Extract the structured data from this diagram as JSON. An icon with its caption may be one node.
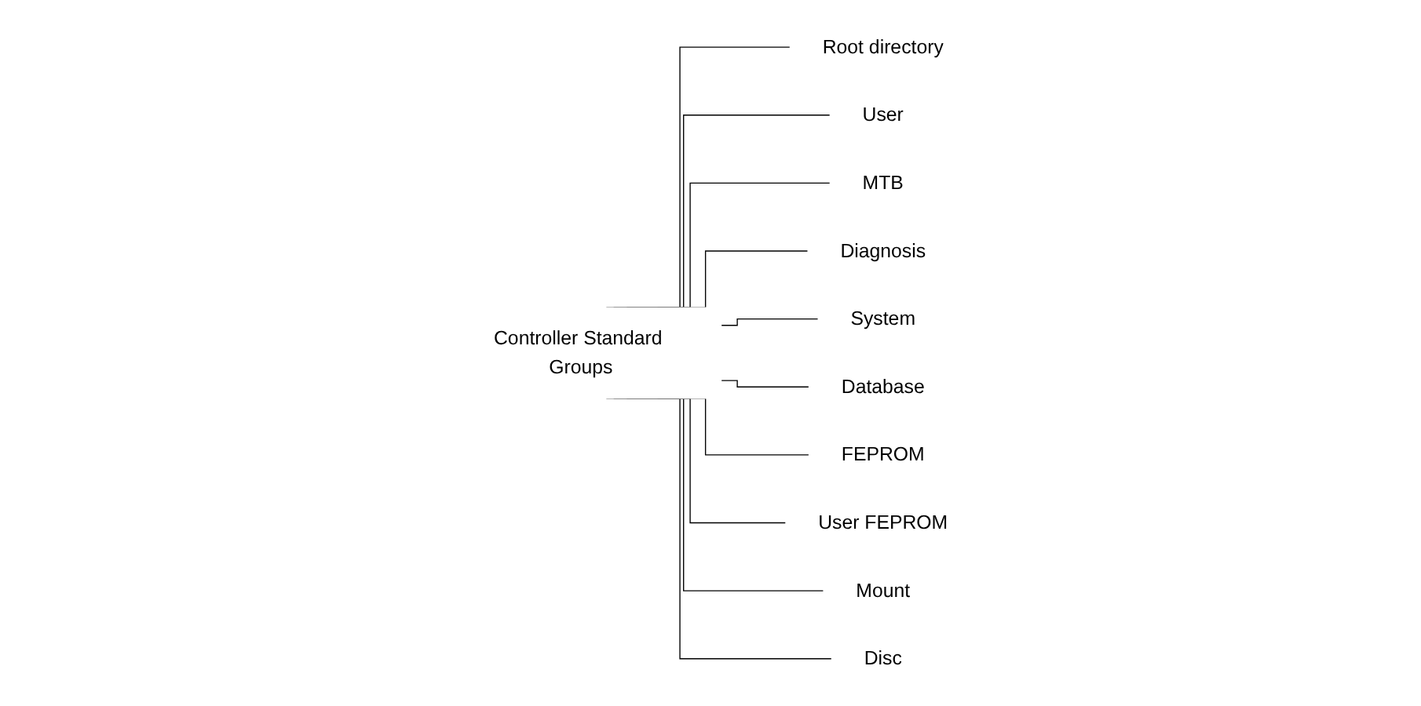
{
  "diagram": {
    "nodes": [
      {
        "text": [
          "Controller Standard Groups"
        ]
      },
      {
        "text": [
          "Root directory"
        ]
      },
      {
        "text": [
          "User"
        ]
      },
      {
        "text": [
          "MTB"
        ]
      },
      {
        "text": [
          "Diagnosis"
        ]
      },
      {
        "text": [
          "System"
        ]
      },
      {
        "text": [
          "Database"
        ]
      },
      {
        "text": [
          "FEPROM"
        ]
      },
      {
        "text": [
          "User FEPROM"
        ]
      },
      {
        "text": [
          "Mount"
        ]
      },
      {
        "text": [
          "Disc"
        ]
      }
    ],
    "edges": [
      {
        "from": 0,
        "to": 1,
        "arrow": "none"
      },
      {
        "from": 0,
        "to": 2,
        "arrow": "none"
      },
      {
        "from": 0,
        "to": 3,
        "arrow": "none"
      },
      {
        "from": 0,
        "to": 4,
        "arrow": "none"
      },
      {
        "from": 0,
        "to": 5,
        "arrow": "none"
      },
      {
        "from": 0,
        "to": 6,
        "arrow": "none"
      },
      {
        "from": 0,
        "to": 7,
        "arrow": "none"
      },
      {
        "from": 0,
        "to": 8,
        "arrow": "none"
      },
      {
        "from": 0,
        "to": 9,
        "arrow": "none"
      },
      {
        "from": 0,
        "to": 10,
        "arrow": "none"
      }
    ]
  }
}
